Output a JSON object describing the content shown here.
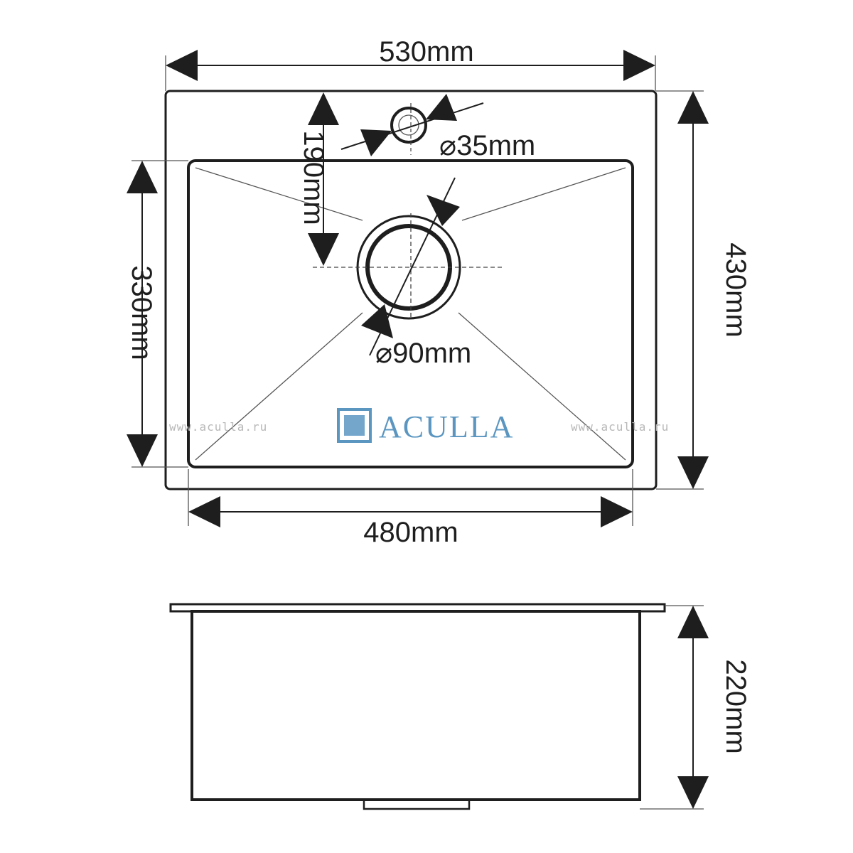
{
  "dimensions": {
    "top_width": "530mm",
    "bottom_width": "480mm",
    "outer_height": "430mm",
    "inner_height": "330mm",
    "drain_offset": "190mm",
    "tap_hole": "⌀35mm",
    "drain_hole": "⌀90mm",
    "depth": "220mm"
  },
  "watermark": {
    "left": "www.aculla.ru",
    "right": "www.aculla.ru"
  },
  "brand": {
    "name": "ACULLA",
    "color": "#5b96c1"
  }
}
